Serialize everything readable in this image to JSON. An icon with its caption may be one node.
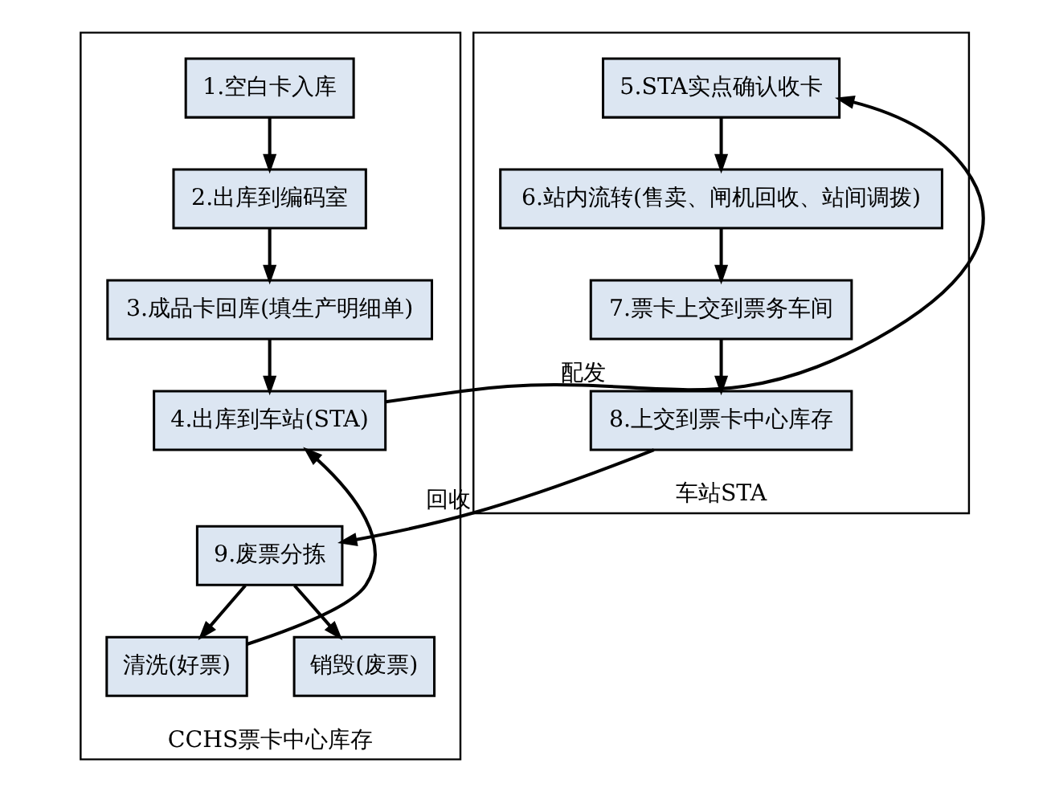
{
  "diagram": {
    "nodes": [
      {
        "text": [
          "CCHS票卡中心库存"
        ]
      },
      {
        "text": [
          "1.空白卡入库"
        ],
        "in": 0
      },
      {
        "text": [
          "2.出库到编码室"
        ],
        "in": 0
      },
      {
        "text": [
          "3.成品卡回库(填生产明细单)"
        ],
        "in": 0
      },
      {
        "text": [
          "4.出库到车站(STA)"
        ],
        "in": 0
      },
      {
        "text": [
          "9.废票分拣"
        ],
        "in": 0
      },
      {
        "text": [
          "清洗(好票)"
        ],
        "in": 0
      },
      {
        "text": [
          "销毁(废票)"
        ],
        "in": 0
      },
      {
        "text": [
          "车站STA"
        ]
      },
      {
        "text": [
          "5.STA实点确认收卡"
        ],
        "in": 8
      },
      {
        "text": [
          "6.站内流转(售卖、闸机回收、站间调拨)"
        ],
        "in": 8
      },
      {
        "text": [
          "7.票卡上交到票务车间"
        ],
        "in": 8
      },
      {
        "text": [
          "8.上交到票卡中心库存"
        ],
        "in": 8
      }
    ],
    "edges": [
      {
        "from": 1,
        "to": 2,
        "arrow": "to"
      },
      {
        "from": 2,
        "to": 3,
        "arrow": "to"
      },
      {
        "from": 3,
        "to": 4,
        "arrow": "to"
      },
      {
        "from": 4,
        "to": 9,
        "arrow": "to",
        "label": "配发"
      },
      {
        "from": 9,
        "to": 10,
        "arrow": "to"
      },
      {
        "from": 10,
        "to": 11,
        "arrow": "to"
      },
      {
        "from": 11,
        "to": 12,
        "arrow": "to"
      },
      {
        "from": 12,
        "to": 5,
        "arrow": "to",
        "label": "回收"
      },
      {
        "from": 5,
        "to": 6,
        "arrow": "to"
      },
      {
        "from": 5,
        "to": 7,
        "arrow": "to"
      },
      {
        "from": 6,
        "to": 4,
        "arrow": "to"
      }
    ]
  }
}
